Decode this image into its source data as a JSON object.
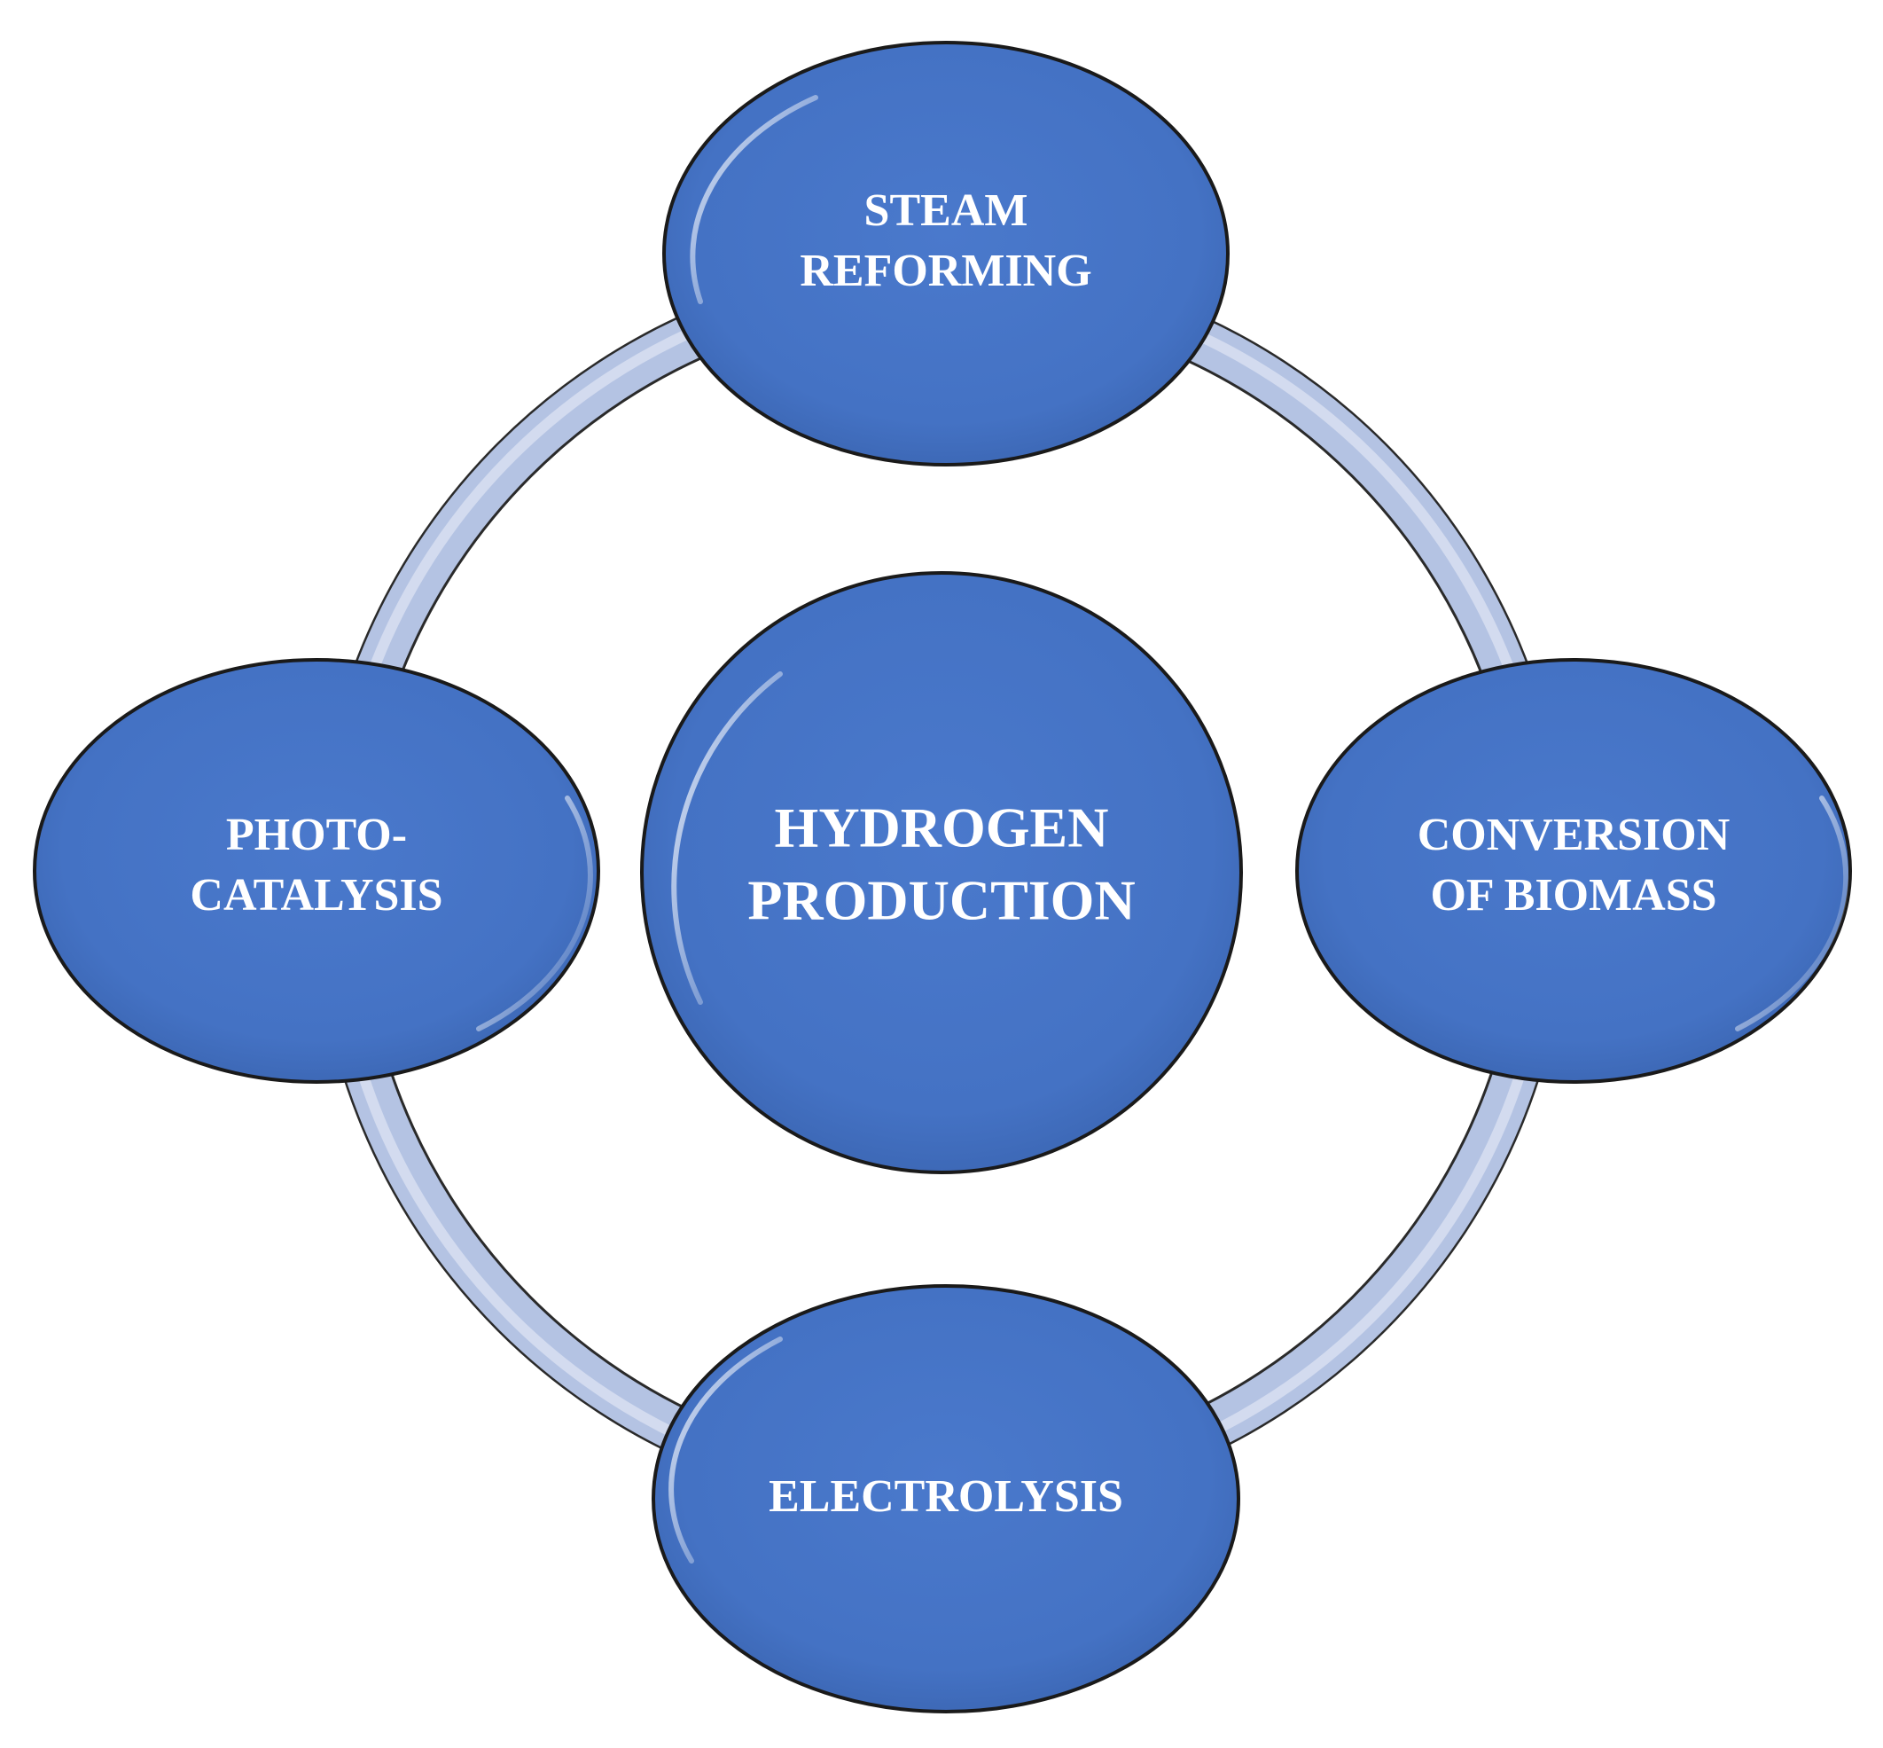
{
  "diagram": {
    "center": {
      "lines": [
        "HYDROGEN",
        "PRODUCTION"
      ]
    },
    "nodes": [
      {
        "id": "steam",
        "lines": [
          "STEAM",
          "REFORMING"
        ]
      },
      {
        "id": "biomass",
        "lines": [
          "CONVERSION",
          "OF BIOMASS"
        ]
      },
      {
        "id": "electrolysis",
        "lines": [
          "ELECTROLYSIS"
        ]
      },
      {
        "id": "photo",
        "lines": [
          "PHOTO-",
          "CATALYSIS"
        ]
      }
    ],
    "colors": {
      "node_fill": "#4472c4",
      "node_stroke": "#1a1a1a",
      "ring": "#b4c3e3",
      "ring_stroke": "#2a2a2a",
      "text": "#ffffff"
    }
  }
}
